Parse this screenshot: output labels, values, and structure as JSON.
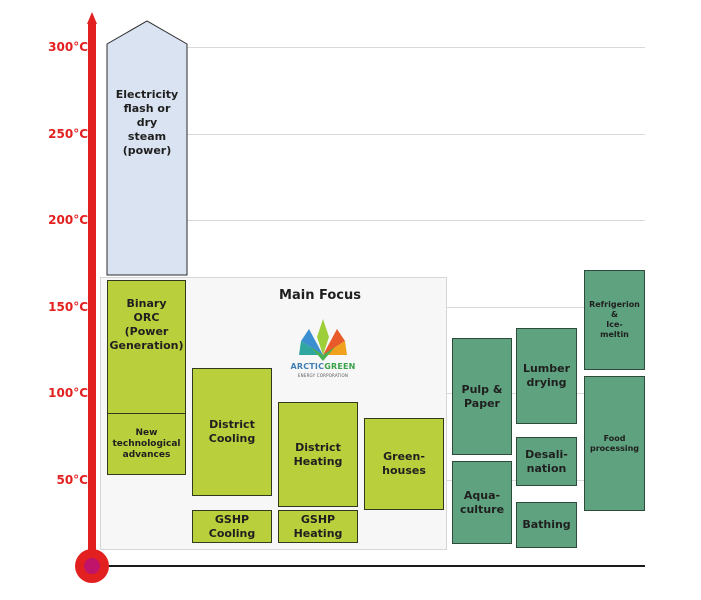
{
  "axis": {
    "labels": [
      "300°C",
      "250°C",
      "200°C",
      "150°C",
      "100°C",
      "50°C"
    ],
    "color": "#e32020"
  },
  "colors": {
    "lime": "#b9cf3b",
    "teal": "#5fa27f",
    "electricity": "#d9e3f1"
  },
  "main_focus": {
    "title": "Main Focus",
    "logo_brand_1": "ARCTIC",
    "logo_brand_2": "GREEN",
    "logo_tagline": "ENERGY CORPORATION"
  },
  "boxes": {
    "electricity": "Electricity\nflash or\ndry\nsteam\n(power)",
    "binary_orc": "Binary\nORC\n(Power\nGeneration)",
    "new_tech": "New\ntechnological\nadvances",
    "district_cooling": "District\nCooling",
    "district_heating": "District\nHeating",
    "greenhouses": "Green-\nhouses",
    "gshp_cooling": "GSHP\nCooling",
    "gshp_heating": "GSHP\nHeating",
    "pulp_paper": "Pulp &\nPaper",
    "lumber_drying": "Lumber\ndrying",
    "aquaculture": "Aqua-\nculture",
    "desalination": "Desali-\nnation",
    "bathing": "Bathing",
    "refrigeration": "Refrigerion\n&\nIce-\nmeltin",
    "food_processing": "Food\nprocessing"
  }
}
